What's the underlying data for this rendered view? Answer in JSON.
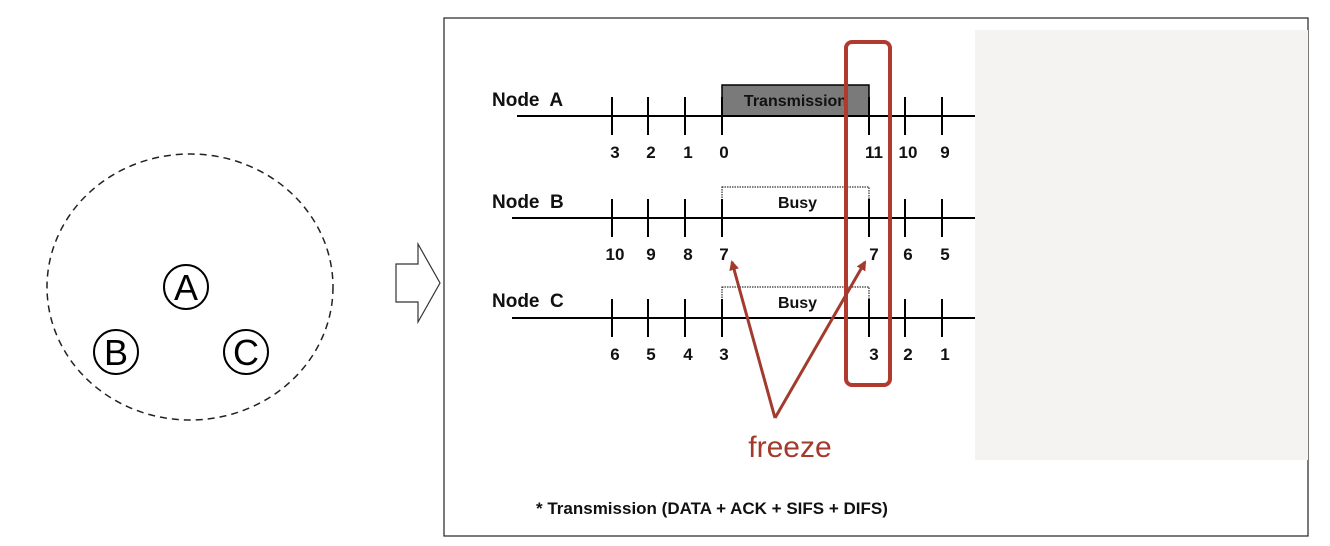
{
  "diagram": {
    "topology": {
      "nodes": [
        {
          "label": "A"
        },
        {
          "label": "B"
        },
        {
          "label": "C"
        }
      ]
    },
    "timelines": [
      {
        "name": "Node  A",
        "ticks": [
          "3",
          "2",
          "1",
          "0",
          "11",
          "10",
          "9"
        ],
        "block": {
          "label": "Transmission",
          "filled": true
        }
      },
      {
        "name": "Node  B",
        "ticks": [
          "10",
          "9",
          "8",
          "7",
          "7",
          "6",
          "5"
        ],
        "block": {
          "label": "Busy",
          "filled": false
        }
      },
      {
        "name": "Node  C",
        "ticks": [
          "6",
          "5",
          "4",
          "3",
          "3",
          "2",
          "1"
        ],
        "block": {
          "label": "Busy",
          "filled": false
        }
      }
    ],
    "annotation": {
      "label": "freeze"
    },
    "footnote": "* Transmission (DATA + ACK + SIFS + DIFS)"
  },
  "colors": {
    "highlight": "#b03a2e",
    "freeze_text": "#a33a2e",
    "transmission_fill": "#7a7a7a",
    "panel_gray": "#f4f3f2"
  }
}
